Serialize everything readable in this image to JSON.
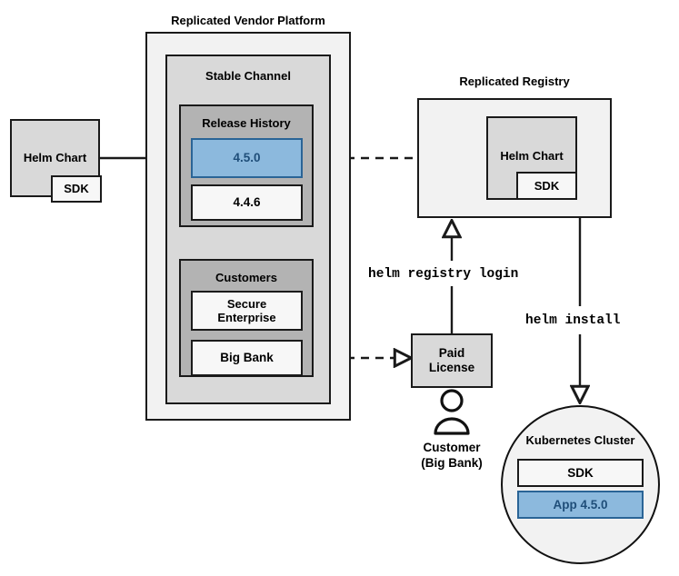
{
  "diagram": {
    "title_platform": "Replicated Vendor Platform",
    "title_registry": "Replicated Registry"
  },
  "source_chart": {
    "label": "Helm Chart",
    "sdk_label": "SDK"
  },
  "platform": {
    "label": "Replicated Vendor Platform",
    "channel": {
      "label": "Stable Channel",
      "release_history": {
        "label": "Release History",
        "releases": [
          {
            "version": "4.5.0",
            "highlighted": true
          },
          {
            "version": "4.4.6",
            "highlighted": false
          }
        ]
      },
      "customers": {
        "label": "Customers",
        "items": [
          {
            "name": "Secure\nEnterprise"
          },
          {
            "name": "Big Bank"
          }
        ]
      }
    }
  },
  "registry": {
    "label": "Replicated Registry",
    "chart": {
      "label": "Helm Chart",
      "sdk_label": "SDK"
    }
  },
  "license": {
    "label": "Paid\nLicense"
  },
  "customer_actor": {
    "name": "Customer",
    "detail": "(Big Bank)",
    "icon": "person-icon"
  },
  "cluster": {
    "label": "Kubernetes Cluster",
    "components": [
      {
        "label": "SDK",
        "highlighted": false
      },
      {
        "label": "App 4.5.0",
        "highlighted": true
      }
    ]
  },
  "commands": {
    "registry_login": "helm registry login",
    "install": "helm install"
  },
  "colors": {
    "highlight_fill": "#8cb9dd",
    "highlight_border": "#2a6496",
    "highlight_text": "#1f4e79",
    "box_outer": "#f2f2f2",
    "box_mid": "#d9d9d9",
    "box_inner": "#b3b3b3",
    "stroke": "#1a1a1a"
  }
}
